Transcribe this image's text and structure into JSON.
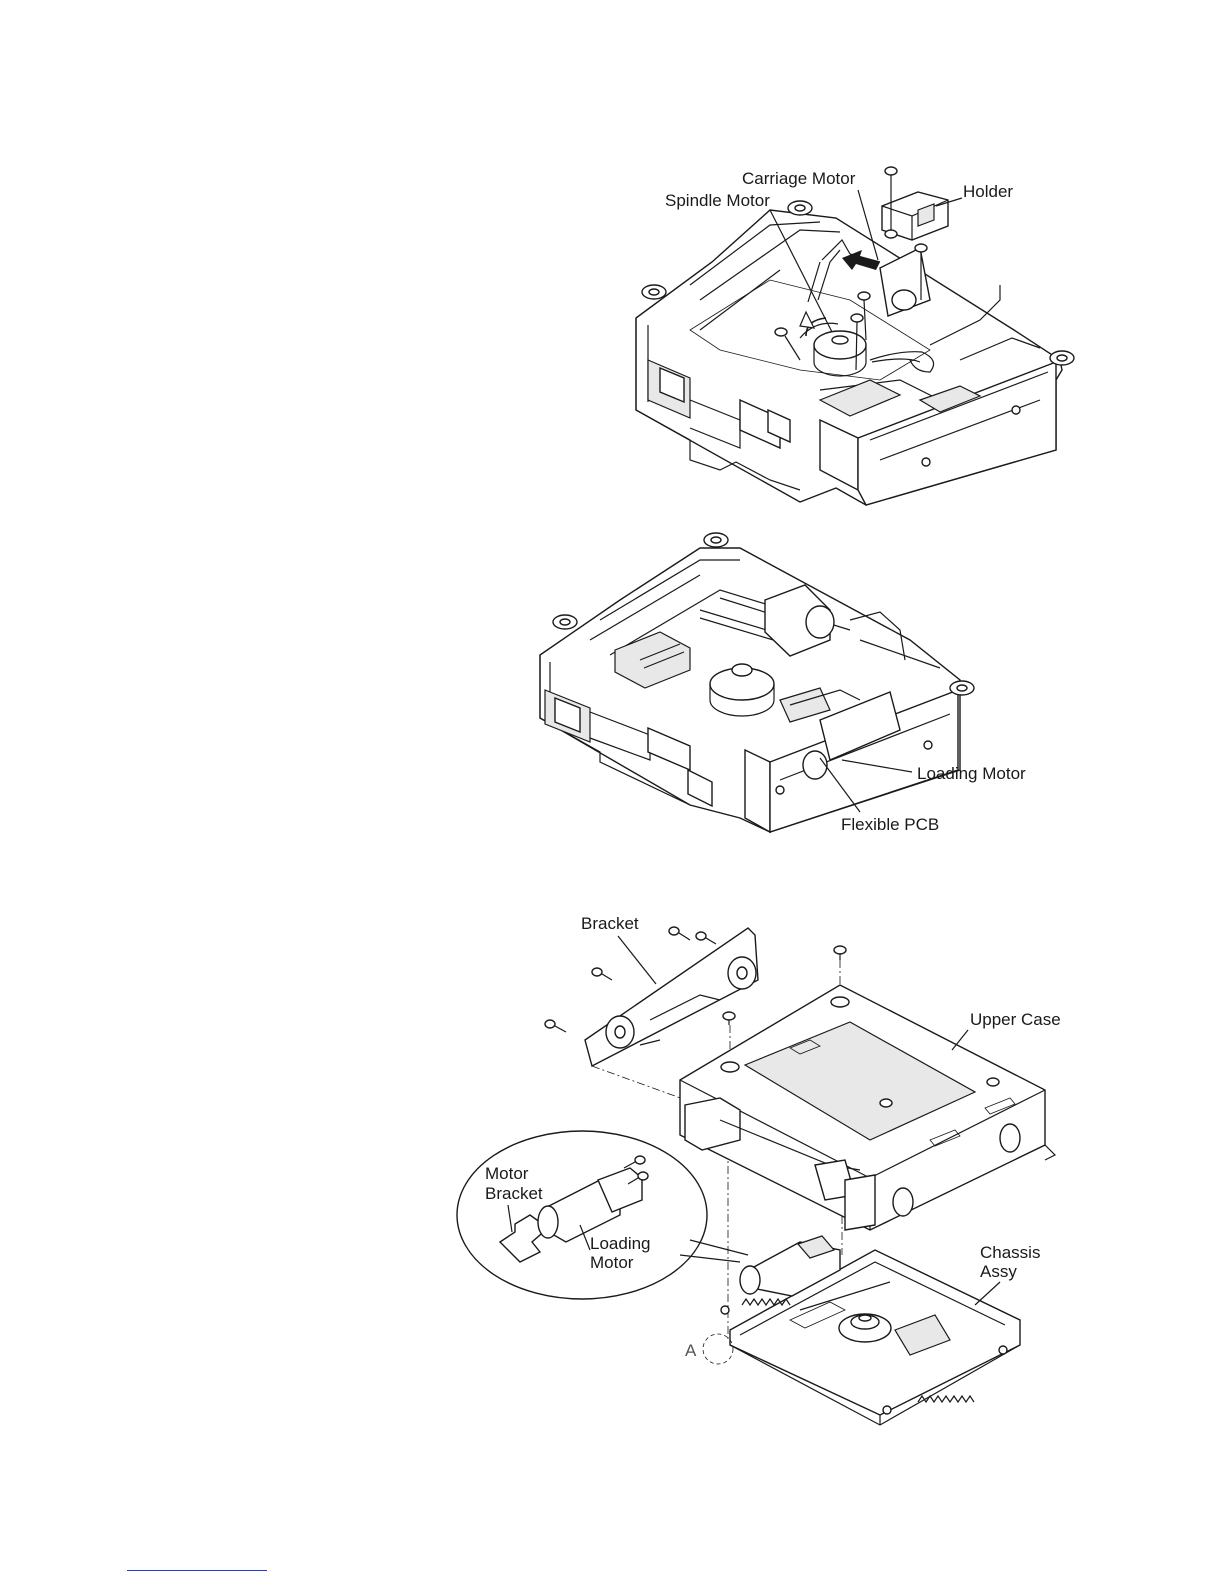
{
  "figure_1": {
    "labels": {
      "carriage_motor": "Carriage Motor",
      "holder": "Holder",
      "spindle_motor": "Spindle Motor"
    }
  },
  "figure_2": {
    "labels": {
      "loading_motor": "Loading Motor",
      "flexible_pcb": "Flexible PCB"
    }
  },
  "figure_3": {
    "labels": {
      "bracket": "Bracket",
      "upper_case": "Upper Case",
      "motor_bracket_line1": "Motor",
      "motor_bracket_line2": "Bracket",
      "loading_motor_line1": "Loading",
      "loading_motor_line2": "Motor",
      "chassis_assy_line1": "Chassis",
      "chassis_assy_line2": "Assy",
      "point_a": "A"
    }
  },
  "colors": {
    "line": "#1a1a1a",
    "background": "#ffffff",
    "footer_rule": "#1b3fd6"
  },
  "icons": [
    "screw-icon",
    "arrow-icon"
  ]
}
